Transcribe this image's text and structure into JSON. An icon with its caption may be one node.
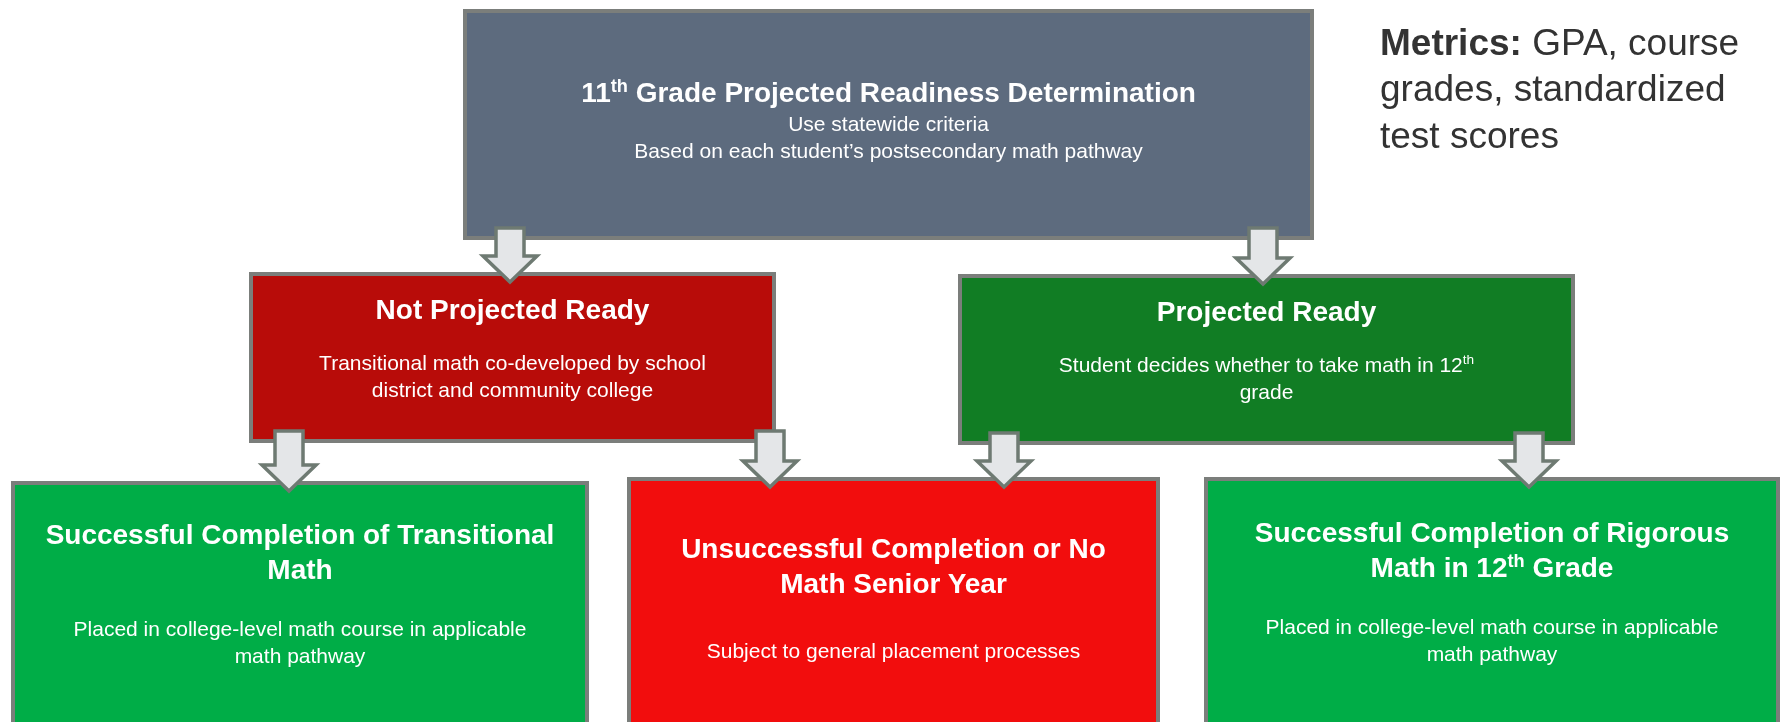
{
  "diagram": {
    "nodes": [
      {
        "text": [
          "11$^{th}$ Grade Projected Readiness Determination",
          "Use statewide criteria",
          "Based on each student’s postsecondary math pathway"
        ]
      },
      {
        "text": [
          "Not Projected Ready",
          "Transitional math co-developed by school district and community college"
        ]
      },
      {
        "text": [
          "Projected Ready",
          "Student decides whether to take math in 12$^{th}$ grade"
        ]
      },
      {
        "text": [
          "Successful Completion of Transitional Math",
          "Placed in college-level math course in applicable math pathway"
        ]
      },
      {
        "text": [
          "Unsuccessful Completion or No Math Senior Year",
          "Subject to general placement processes"
        ]
      },
      {
        "text": [
          "Successful Completion of Rigorous Math in 12$^{th}$ Grade",
          "Placed in college-level math course in applicable math pathway"
        ]
      }
    ],
    "edges": [
      {
        "from": 0,
        "to": 1,
        "arrow": "to"
      },
      {
        "from": 0,
        "to": 2,
        "arrow": "to"
      },
      {
        "from": 1,
        "to": 3,
        "arrow": "to"
      },
      {
        "from": 1,
        "to": 4,
        "arrow": "to"
      },
      {
        "from": 2,
        "to": 4,
        "arrow": "to"
      },
      {
        "from": 2,
        "to": 5,
        "arrow": "to"
      }
    ],
    "labels": [
      "**Metrics:** GPA, course grades, standardized test scores"
    ]
  }
}
